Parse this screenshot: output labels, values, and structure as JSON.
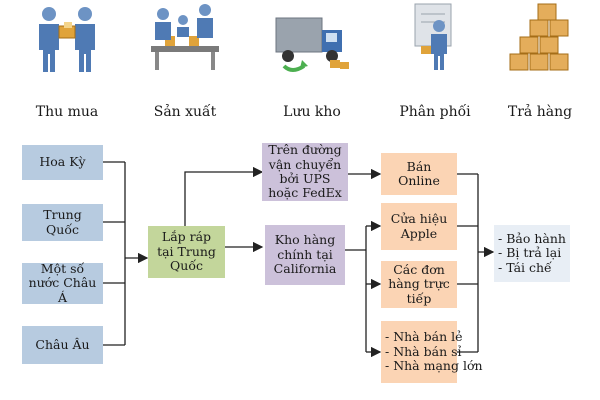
{
  "stages": [
    {
      "icon": "buyers-icon",
      "label": "Thu mua"
    },
    {
      "icon": "factory-workers-icon",
      "label": "Sản xuất"
    },
    {
      "icon": "truck-warehouse-icon",
      "label": "Lưu kho"
    },
    {
      "icon": "distribution-person-icon",
      "label": "Phân phối"
    },
    {
      "icon": "stacked-boxes-icon",
      "label": "Trả hàng"
    }
  ],
  "sources": [
    "Hoa Kỳ",
    "Trung Quốc",
    "Một số nước Châu Á",
    "Châu Âu"
  ],
  "assembly": "Lắp ráp tại Trung Quốc",
  "transit": "Trên đường vận chuyển bởi UPS hoặc FedEx",
  "warehouse": "Kho hàng chính tại California",
  "channels": {
    "online": "Bán Online",
    "retail_store": "Cửa hiệu Apple",
    "direct_orders": "Các đơn hàng trực tiếp",
    "resellers": [
      "- Nhà bán lẻ",
      "- Nhà bán sỉ",
      "- Nhà mạng lớn"
    ]
  },
  "returns": [
    "- Bảo hành",
    "- Bị trả lại",
    "- Tái chế"
  ],
  "colors": {
    "source": "#b7cbe0",
    "assembly": "#c3d69b",
    "logistics": "#ccc1da",
    "channel": "#fbd4b4",
    "returns": "#e8eef5"
  }
}
